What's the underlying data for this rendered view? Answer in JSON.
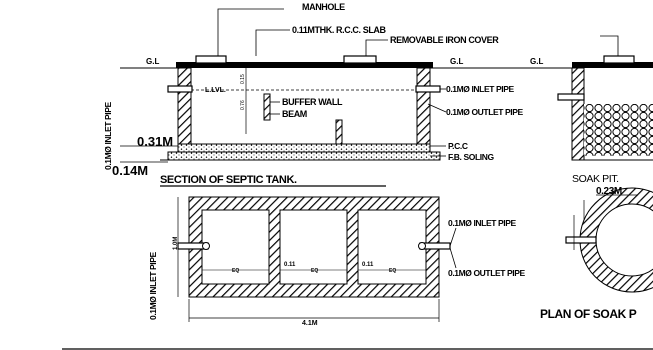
{
  "drawing": {
    "section": {
      "title": "SECTION OF SEPTIC TANK.",
      "labels": {
        "manhole": "MANHOLE",
        "slab": "0.11MTHK. R.C.C. SLAB",
        "removable_cover": "REMOVABLE IRON COVER",
        "gl_left": "G.L",
        "gl_mid": "G.L",
        "gl_right": "G.L",
        "llvl": "L.LVL.",
        "buffer_wall": "BUFFER WALL",
        "beam": "BEAM",
        "inlet_pipe": "0.1MØ INLET PIPE",
        "outlet_pipe": "0.1MØ OUTLET PIPE",
        "pcc": "P.C.C",
        "fb_soling": "F.B. SOLING",
        "vertical_inlet": "0.1MØ INLET PIPE",
        "dim_031": "0.31M",
        "dim_014": "0.14M",
        "dim_small_1": "0.15",
        "dim_small_2": "0.76"
      }
    },
    "plan": {
      "labels": {
        "inlet_pipe": "0.1MØ INLET PIPE",
        "outlet_pipe": "0.1MØ OUTLET PIPE",
        "vertical_inlet": "0.1MØ INLET PIPE",
        "dim_length": "4.1M",
        "dim_width": "1.0M",
        "wall_1": "0.11",
        "wall_2": "0.11",
        "eq_1": "EQ",
        "eq_2": "EQ",
        "eq_3": "EQ"
      }
    },
    "soak_pit": {
      "title": "SOAK PIT.",
      "dim": "0.23M",
      "plan_title": "PLAN OF SOAK P"
    }
  }
}
